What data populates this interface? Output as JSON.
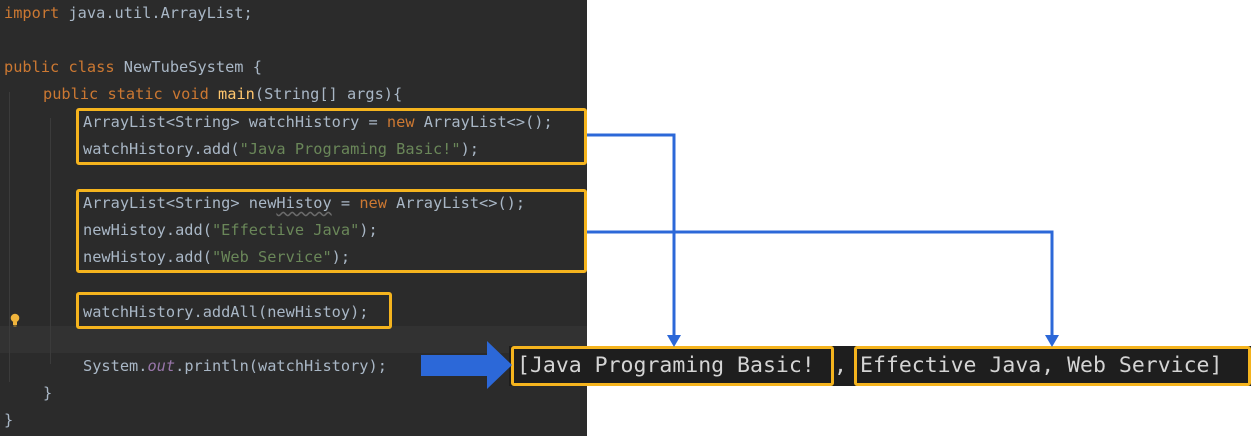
{
  "code": {
    "import_kw": "import",
    "import_path": " java.util.ArrayList;",
    "public_kw": "public",
    "class_kw": "class",
    "class_name": "NewTubeSystem {",
    "static_kw": "static",
    "void_kw": "void",
    "main_name": "main",
    "main_args": "(String[] args){",
    "line_watch_decl_a": "ArrayList<String> watchHistory = ",
    "new_kw": "new",
    "line_watch_decl_b": " ArrayList<>();",
    "line_watch_add_a": "watchHistory.add(",
    "line_watch_add_str": "\"Java Programing Basic!\"",
    "line_watch_add_b": ");",
    "line_new_decl_a": "ArrayList<String> new",
    "line_new_decl_warn": "Histoy",
    "line_new_decl_b": " = ",
    "line_new_decl_c": " ArrayList<>();",
    "line_new_add1_a": "newHistoy.add(",
    "line_new_add1_str": "\"Effective Java\"",
    "line_new_add1_b": ");",
    "line_new_add2_a": "newHistoy.add(",
    "line_new_add2_str": "\"Web Service\"",
    "line_new_add2_b": ");",
    "line_addall": "watchHistory.addAll(newHistoy);",
    "line_print_a": "System.",
    "line_print_out": "out",
    "line_print_b": ".println(watchHistory);",
    "close_method": "}",
    "close_class": "}"
  },
  "output": {
    "part1": "[Java Programing Basic!",
    "separator": ",",
    "part2": "Effective Java, Web Service]"
  },
  "icons": {
    "gutter": "lightbulb-icon"
  },
  "colors": {
    "highlight": "#f5b41e",
    "arrow": "#2c68d8",
    "editor_bg": "#2b2b2b",
    "keyword": "#cc7832",
    "string": "#6a8759",
    "function": "#ffc66d"
  }
}
